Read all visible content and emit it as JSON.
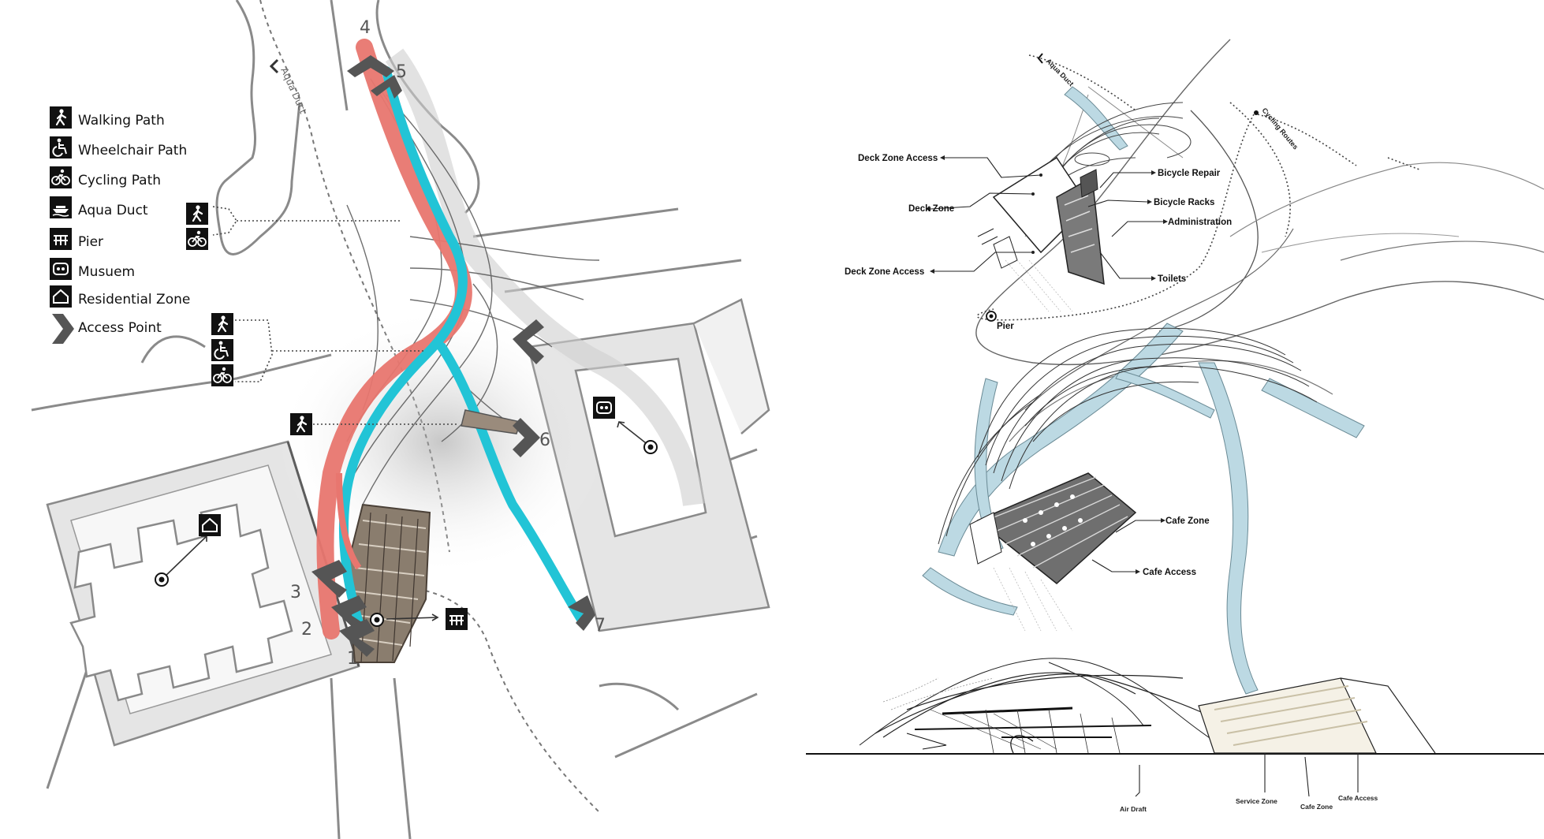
{
  "legend": {
    "items": [
      {
        "label": "Walking Path",
        "icon": "walking-icon"
      },
      {
        "label": "Wheelchair Path",
        "icon": "wheelchair-icon"
      },
      {
        "label": "Cycling Path",
        "icon": "bicycle-icon"
      },
      {
        "label": "Aqua Duct",
        "icon": "boat-icon"
      },
      {
        "label": "Pier",
        "icon": "pier-icon"
      },
      {
        "label": "Musuem",
        "icon": "museum-icon"
      },
      {
        "label": "Residential Zone",
        "icon": "house-icon"
      },
      {
        "label": "Access Point",
        "icon": "chevron-right-icon"
      }
    ]
  },
  "site_plan": {
    "aqueduct_label": "Aqua Duct",
    "access_points": [
      "1",
      "2",
      "3",
      "4",
      "5",
      "6",
      "7"
    ],
    "colors": {
      "walking_path": "#e8766f",
      "cycling_path": "#22c4d6",
      "buildings": "#e6e6e6",
      "outline": "#8a8a8a"
    }
  },
  "axonometric": {
    "aqueduct_label": "Aqua Duct",
    "cycling_label": "Cycling Routes",
    "pier_label": "Pier",
    "callouts": {
      "deck_zone_access_top": "Deck Zone Access",
      "deck_zone": "Deck Zone",
      "deck_zone_access_bottom": "Deck Zone Access",
      "bicycle_repair": "Bicycle Repair",
      "bicycle_racks": "Bicycle Racks",
      "administration": "Administration",
      "toilets": "Toilets",
      "cafe_zone": "Cafe Zone",
      "cafe_access": "Cafe Access"
    },
    "section_labels": {
      "air_draft": "Air Draft",
      "service_zone": "Service Zone",
      "cafe_zone": "Cafe Zone",
      "cafe_access": "Cafe Access"
    },
    "colors": {
      "shell": "#bcd9e3",
      "slab": "#6f6f6f"
    }
  }
}
